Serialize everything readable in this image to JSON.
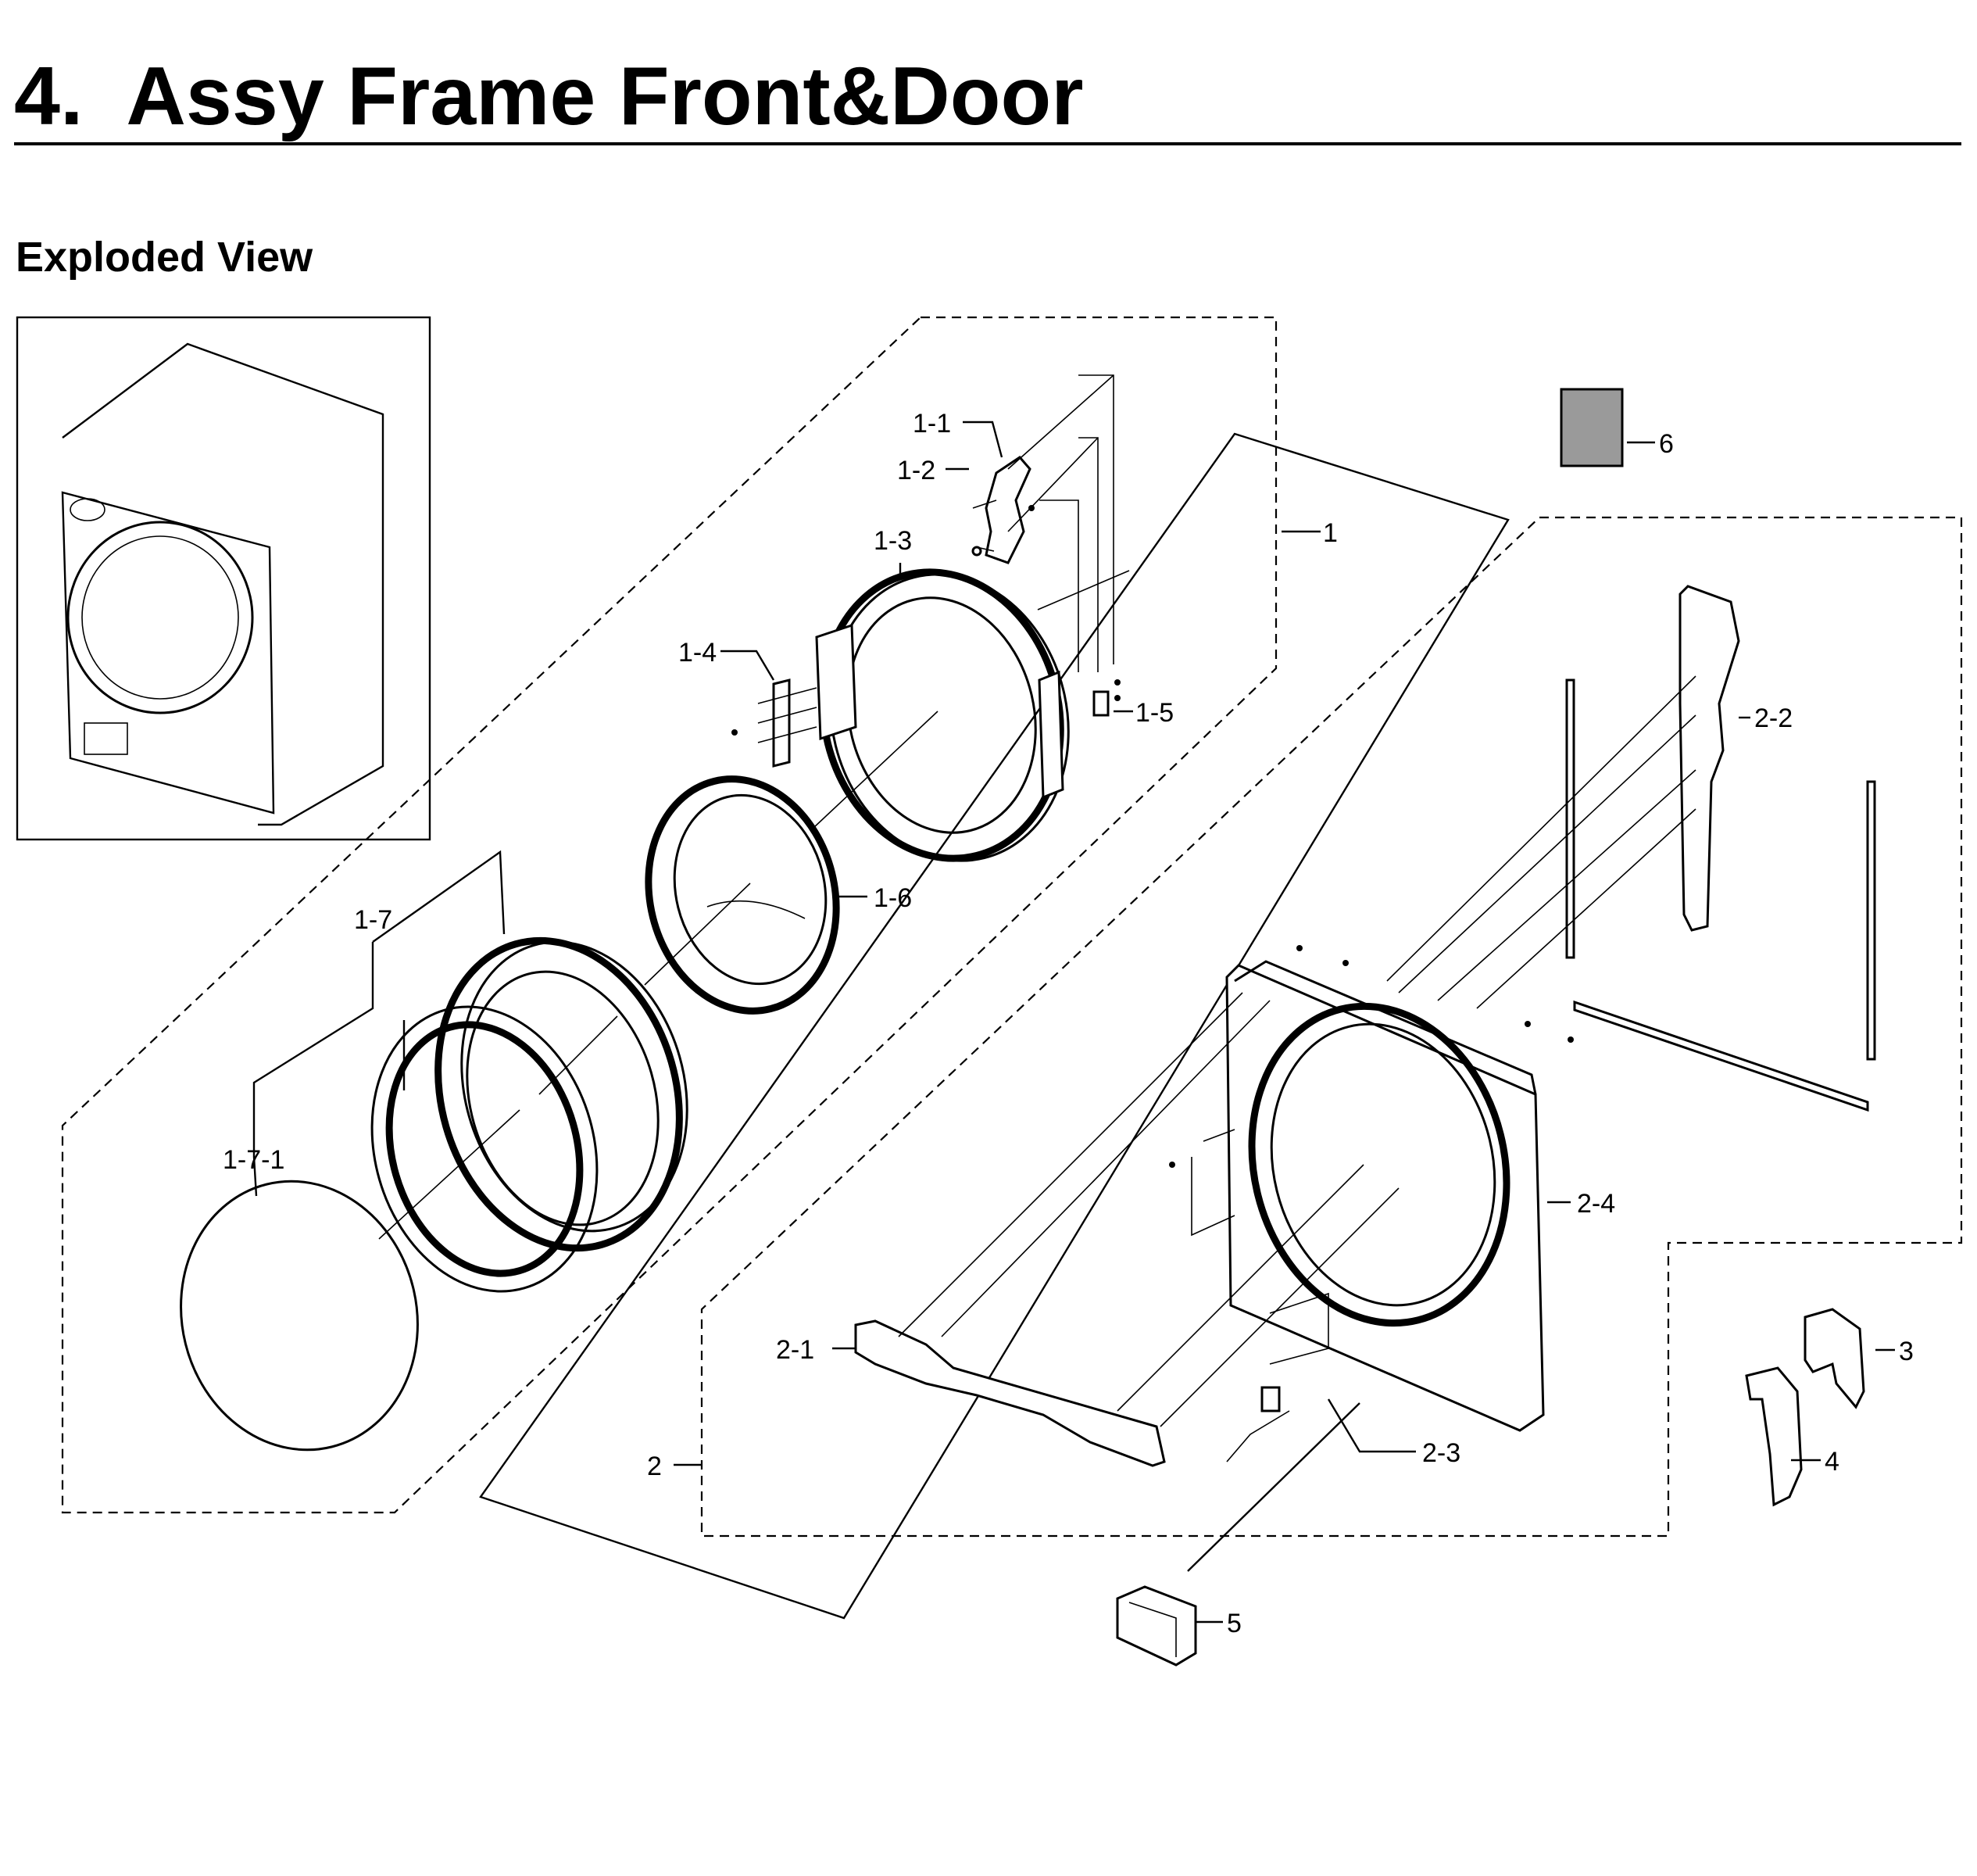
{
  "heading": "4.  Assy Frame Front&Door",
  "subheading": "Exploded View",
  "labels": {
    "p1": "1",
    "p1_1": "1-1",
    "p1_2": "1-2",
    "p1_3": "1-3",
    "p1_4": "1-4",
    "p1_5": "1-5",
    "p1_6": "1-6",
    "p1_7": "1-7",
    "p1_7_1": "1-7-1",
    "p2": "2",
    "p2_1": "2-1",
    "p2_2": "2-2",
    "p2_3": "2-3",
    "p2_4": "2-4",
    "p3": "3",
    "p4": "4",
    "p5": "5",
    "p6": "6"
  }
}
